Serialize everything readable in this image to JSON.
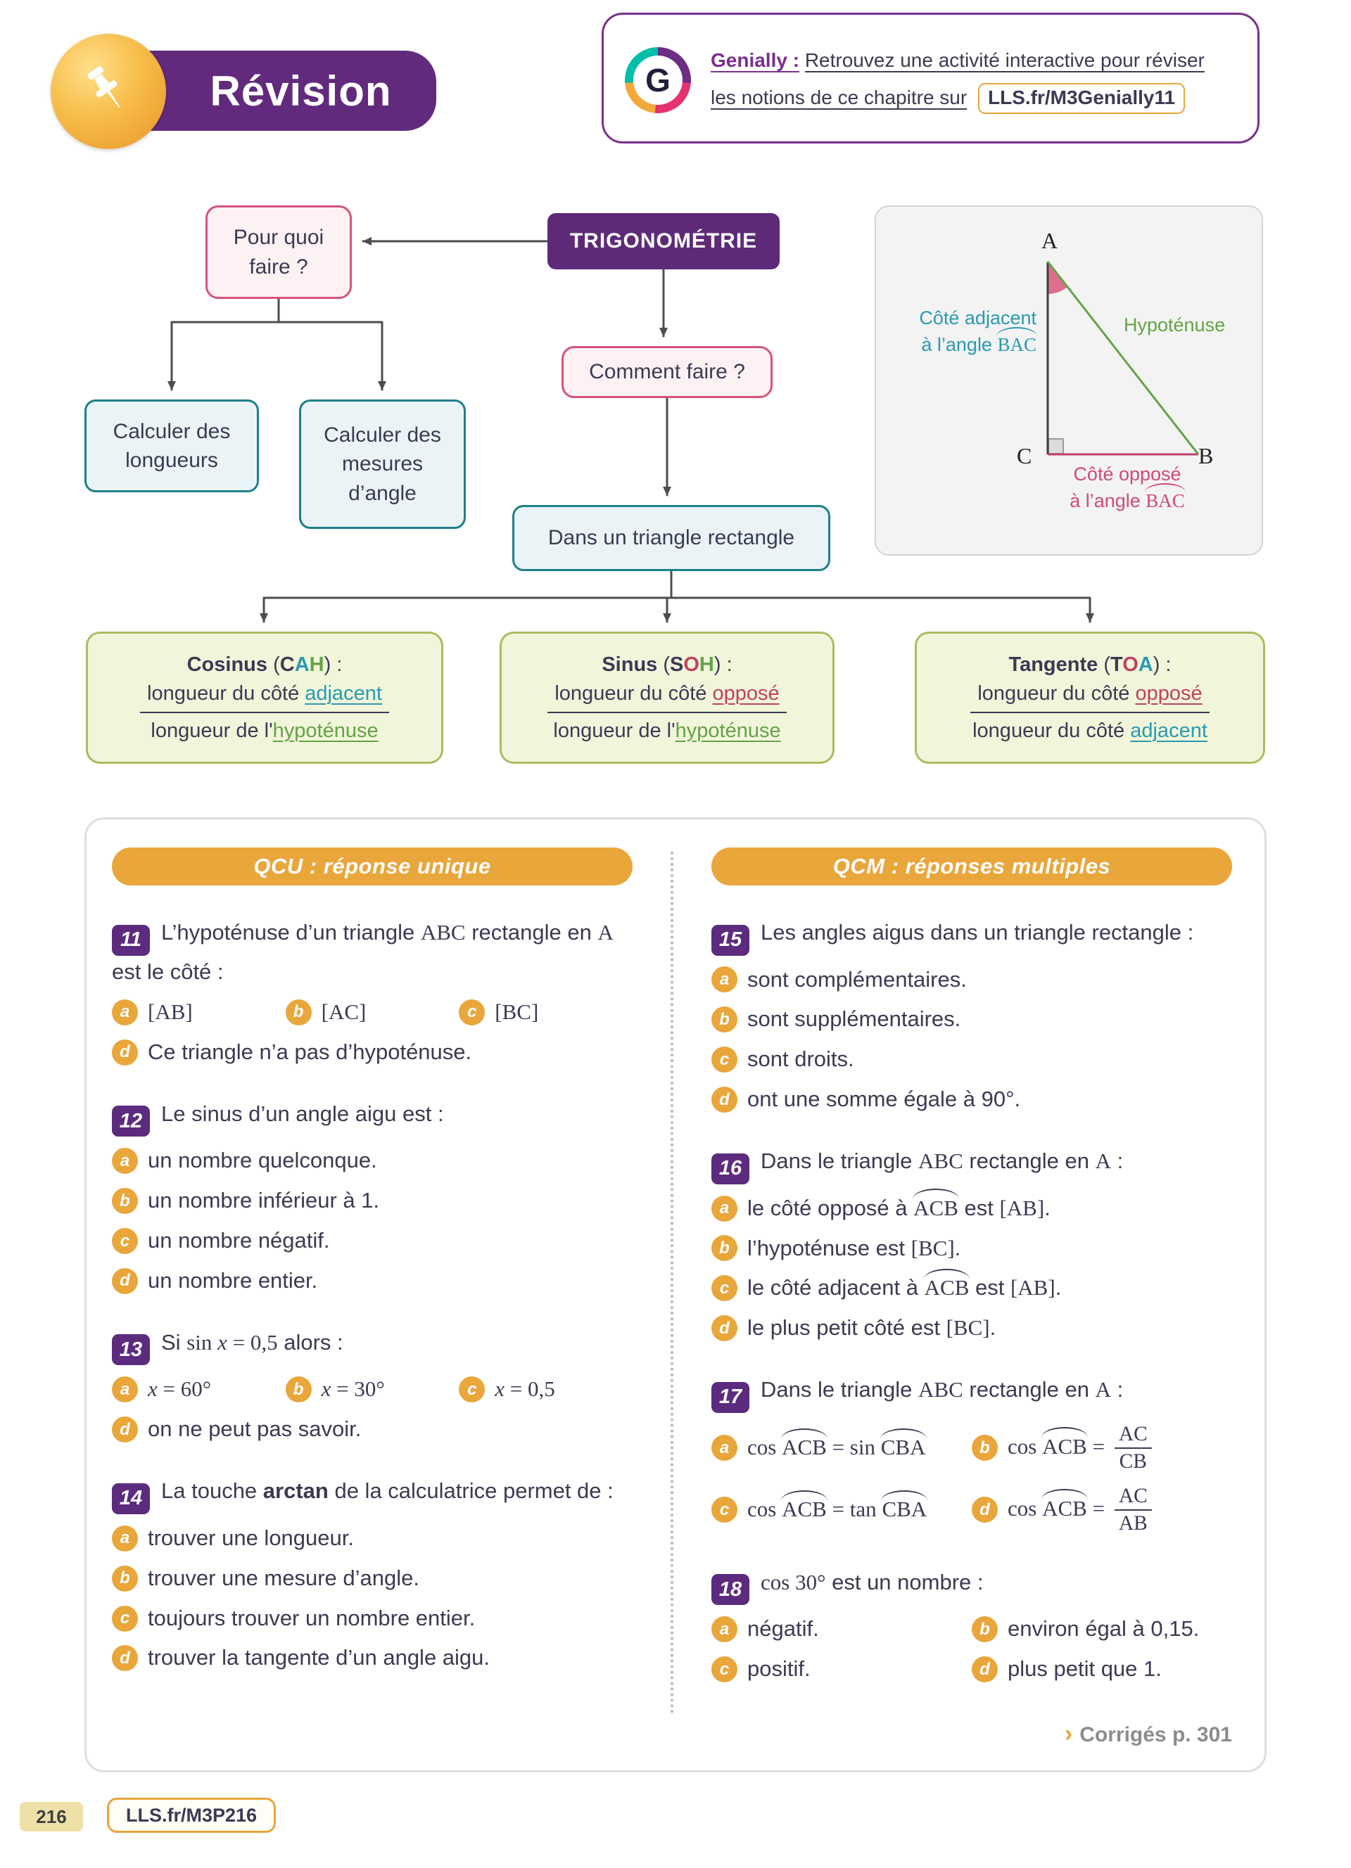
{
  "colors": {
    "purple": "#5e2a78",
    "orange": "#e9a63b",
    "pink": "#d6537a",
    "teal": "#1e7f8c",
    "green_box_border": "#a9bd5f",
    "adjacent": "#2a9ab0",
    "opposite": "#c0415f",
    "hypotenuse": "#64a346"
  },
  "header": {
    "title": "Révision",
    "genially": {
      "logo_letter": "G",
      "brand": "Genially :",
      "line1": "Retrouvez une activité interactive pour réviser",
      "line2": "les notions de ce chapitre sur",
      "link": "LLS.fr/M3Genially11"
    }
  },
  "map": {
    "root": "TRIGONOMÉTRIE",
    "why": [
      "Pour quoi",
      "faire ?"
    ],
    "how": "Comment faire ?",
    "lengths": [
      "Calculer des",
      "longueurs"
    ],
    "angle_measures": [
      "Calculer des",
      "mesures",
      "d’angle"
    ],
    "right_triangle": "Dans un triangle rectangle",
    "formulas": [
      {
        "title": [
          {
            "t": "Cosinus",
            "c": "b"
          },
          {
            "t": " ("
          },
          {
            "t": "C",
            "c": "b"
          },
          {
            "t": "A",
            "c": "b adj"
          },
          {
            "t": "H",
            "c": "b hyp"
          },
          {
            "t": ") :"
          }
        ],
        "num": [
          {
            "t": "longueur du côté "
          },
          {
            "t": "adjacent",
            "c": "adj u"
          }
        ],
        "den": [
          {
            "t": "longueur de l'"
          },
          {
            "t": "hypoténuse",
            "c": "hyp u"
          }
        ]
      },
      {
        "title": [
          {
            "t": "Sinus",
            "c": "b"
          },
          {
            "t": " ("
          },
          {
            "t": "S",
            "c": "b"
          },
          {
            "t": "O",
            "c": "b opp"
          },
          {
            "t": "H",
            "c": "b hyp"
          },
          {
            "t": ") :"
          }
        ],
        "num": [
          {
            "t": "longueur du côté "
          },
          {
            "t": "opposé",
            "c": "opp u"
          }
        ],
        "den": [
          {
            "t": "longueur de l'",
            "c": ""
          },
          {
            "t": "hypoténuse",
            "c": "hyp u"
          }
        ]
      },
      {
        "title": [
          {
            "t": "Tangente",
            "c": "b"
          },
          {
            "t": " ("
          },
          {
            "t": "T",
            "c": "b"
          },
          {
            "t": "O",
            "c": "b opp"
          },
          {
            "t": "A",
            "c": "b adj"
          },
          {
            "t": ") :"
          }
        ],
        "num": [
          {
            "t": "longueur du côté "
          },
          {
            "t": "opposé",
            "c": "opp u"
          }
        ],
        "den": [
          {
            "t": "longueur du côté "
          },
          {
            "t": "adjacent",
            "c": "adj u"
          }
        ]
      }
    ]
  },
  "figure": {
    "vertex_a": "A",
    "vertex_b": "B",
    "vertex_c": "C",
    "adjacent_caption": [
      {
        "t": "Côté adjacent"
      },
      {
        "br": true
      },
      {
        "t": "à l’angle "
      },
      {
        "t": "BAC",
        "c": "mr arc"
      }
    ],
    "hypotenuse_caption": "Hypoténuse",
    "opposite_caption": [
      {
        "t": "Côté opposé"
      },
      {
        "br": true
      },
      {
        "t": "à l’angle "
      },
      {
        "t": "BAC",
        "c": "mr arc"
      }
    ]
  },
  "quiz": {
    "qcu": {
      "header": "QCU : réponse unique",
      "questions": [
        {
          "num": "11",
          "stem": [
            {
              "t": "L’hypoténuse d’un triangle "
            },
            {
              "t": "ABC",
              "c": "mr"
            },
            {
              "t": " rectangle en "
            },
            {
              "t": "A",
              "c": "mr"
            },
            {
              "t": " est le côté :"
            }
          ],
          "layout": "cols3",
          "options": [
            {
              "letter": "a",
              "segs": [
                {
                  "t": "[AB]",
                  "c": "mr"
                }
              ]
            },
            {
              "letter": "b",
              "segs": [
                {
                  "t": "[AC]",
                  "c": "mr"
                }
              ]
            },
            {
              "letter": "c",
              "segs": [
                {
                  "t": "[BC]",
                  "c": "mr"
                }
              ]
            },
            {
              "letter": "d",
              "full": true,
              "segs": [
                {
                  "t": "Ce triangle n’a pas d’hypoténuse."
                }
              ]
            }
          ]
        },
        {
          "num": "12",
          "stem": [
            {
              "t": "Le sinus d’un angle aigu est :"
            }
          ],
          "layout": "stack",
          "options": [
            {
              "letter": "a",
              "segs": [
                {
                  "t": "un nombre quelconque."
                }
              ]
            },
            {
              "letter": "b",
              "segs": [
                {
                  "t": "un nombre inférieur à 1."
                }
              ]
            },
            {
              "letter": "c",
              "segs": [
                {
                  "t": "un nombre négatif."
                }
              ]
            },
            {
              "letter": "d",
              "segs": [
                {
                  "t": "un nombre entier."
                }
              ]
            }
          ]
        },
        {
          "num": "13",
          "stem": [
            {
              "t": "Si "
            },
            {
              "t": "sin ",
              "c": "mr"
            },
            {
              "t": "x",
              "c": "mi"
            },
            {
              "t": " = 0,5",
              "c": "mr"
            },
            {
              "t": " alors :"
            }
          ],
          "layout": "cols3",
          "options": [
            {
              "letter": "a",
              "segs": [
                {
                  "t": "x",
                  "c": "mi"
                },
                {
                  "t": " = 60°",
                  "c": "mr"
                }
              ]
            },
            {
              "letter": "b",
              "segs": [
                {
                  "t": "x",
                  "c": "mi"
                },
                {
                  "t": " = 30°",
                  "c": "mr"
                }
              ]
            },
            {
              "letter": "c",
              "segs": [
                {
                  "t": "x",
                  "c": "mi"
                },
                {
                  "t": " = 0,5",
                  "c": "mr"
                }
              ]
            },
            {
              "letter": "d",
              "full": true,
              "segs": [
                {
                  "t": "on ne peut pas savoir."
                }
              ]
            }
          ]
        },
        {
          "num": "14",
          "stem": [
            {
              "t": "La touche "
            },
            {
              "t": "arctan",
              "c": "b"
            },
            {
              "t": " de la calculatrice permet de :"
            }
          ],
          "layout": "stack",
          "options": [
            {
              "letter": "a",
              "segs": [
                {
                  "t": "trouver une longueur."
                }
              ]
            },
            {
              "letter": "b",
              "segs": [
                {
                  "t": "trouver une mesure d’angle."
                }
              ]
            },
            {
              "letter": "c",
              "segs": [
                {
                  "t": "toujours trouver un nombre entier."
                }
              ]
            },
            {
              "letter": "d",
              "segs": [
                {
                  "t": "trouver la tangente d’un angle aigu."
                }
              ]
            }
          ]
        }
      ]
    },
    "qcm": {
      "header": "QCM : réponses multiples",
      "questions": [
        {
          "num": "15",
          "stem": [
            {
              "t": "Les angles aigus dans un triangle rectangle :"
            }
          ],
          "layout": "stack",
          "options": [
            {
              "letter": "a",
              "segs": [
                {
                  "t": "sont complémentaires."
                }
              ]
            },
            {
              "letter": "b",
              "segs": [
                {
                  "t": "sont supplémentaires."
                }
              ]
            },
            {
              "letter": "c",
              "segs": [
                {
                  "t": "sont droits."
                }
              ]
            },
            {
              "letter": "d",
              "segs": [
                {
                  "t": "ont une somme égale à 90°."
                }
              ]
            }
          ]
        },
        {
          "num": "16",
          "stem": [
            {
              "t": "Dans le triangle "
            },
            {
              "t": "ABC",
              "c": "mr"
            },
            {
              "t": " rectangle en "
            },
            {
              "t": "A",
              "c": "mr"
            },
            {
              "t": " :"
            }
          ],
          "layout": "stack",
          "options": [
            {
              "letter": "a",
              "segs": [
                {
                  "t": "le côté opposé à "
                },
                {
                  "t": "ACB",
                  "c": "mr arc"
                },
                {
                  "t": " est "
                },
                {
                  "t": "[AB]",
                  "c": "mr"
                },
                {
                  "t": "."
                }
              ]
            },
            {
              "letter": "b",
              "segs": [
                {
                  "t": "l’hypoténuse est "
                },
                {
                  "t": "[BC]",
                  "c": "mr"
                },
                {
                  "t": "."
                }
              ]
            },
            {
              "letter": "c",
              "segs": [
                {
                  "t": "le côté adjacent à "
                },
                {
                  "t": "ACB",
                  "c": "mr arc"
                },
                {
                  "t": " est "
                },
                {
                  "t": "[AB]",
                  "c": "mr"
                },
                {
                  "t": "."
                }
              ]
            },
            {
              "letter": "d",
              "segs": [
                {
                  "t": "le plus petit côté est "
                },
                {
                  "t": "[BC]",
                  "c": "mr"
                },
                {
                  "t": "."
                }
              ]
            }
          ]
        },
        {
          "num": "17",
          "stem": [
            {
              "t": "Dans le triangle "
            },
            {
              "t": "ABC",
              "c": "mr"
            },
            {
              "t": " rectangle en "
            },
            {
              "t": "A",
              "c": "mr"
            },
            {
              "t": " :"
            }
          ],
          "layout": "cols2",
          "options": [
            {
              "letter": "a",
              "segs": [
                {
                  "t": "cos ",
                  "c": "mr"
                },
                {
                  "t": "ACB",
                  "c": "mr arc"
                },
                {
                  "t": " = sin ",
                  "c": "mr"
                },
                {
                  "t": "CBA",
                  "c": "mr arc"
                }
              ]
            },
            {
              "letter": "b",
              "segs": [
                {
                  "t": "cos ",
                  "c": "mr"
                },
                {
                  "t": "ACB",
                  "c": "mr arc"
                },
                {
                  "t": " = ",
                  "c": "mr"
                },
                {
                  "frac": [
                    "AC",
                    "CB"
                  ]
                }
              ]
            },
            {
              "letter": "c",
              "segs": [
                {
                  "t": "cos ",
                  "c": "mr"
                },
                {
                  "t": "ACB",
                  "c": "mr arc"
                },
                {
                  "t": " = tan ",
                  "c": "mr"
                },
                {
                  "t": "CBA",
                  "c": "mr arc"
                }
              ]
            },
            {
              "letter": "d",
              "segs": [
                {
                  "t": "cos ",
                  "c": "mr"
                },
                {
                  "t": "ACB",
                  "c": "mr arc"
                },
                {
                  "t": " = ",
                  "c": "mr"
                },
                {
                  "frac": [
                    "AC",
                    "AB"
                  ]
                }
              ]
            }
          ]
        },
        {
          "num": "18",
          "stem": [
            {
              "t": "cos 30°",
              "c": "mr"
            },
            {
              "t": " est un nombre :"
            }
          ],
          "layout": "cols2",
          "options": [
            {
              "letter": "a",
              "segs": [
                {
                  "t": "négatif."
                }
              ]
            },
            {
              "letter": "b",
              "segs": [
                {
                  "t": "environ égal à 0,15."
                }
              ]
            },
            {
              "letter": "c",
              "segs": [
                {
                  "t": "positif."
                }
              ]
            },
            {
              "letter": "d",
              "segs": [
                {
                  "t": "plus petit que 1."
                }
              ]
            }
          ]
        }
      ]
    },
    "answers_chevron": "›",
    "answers_link": "Corrigés p. 301"
  },
  "footer": {
    "page_number": "216",
    "page_link": "LLS.fr/M3P216"
  }
}
